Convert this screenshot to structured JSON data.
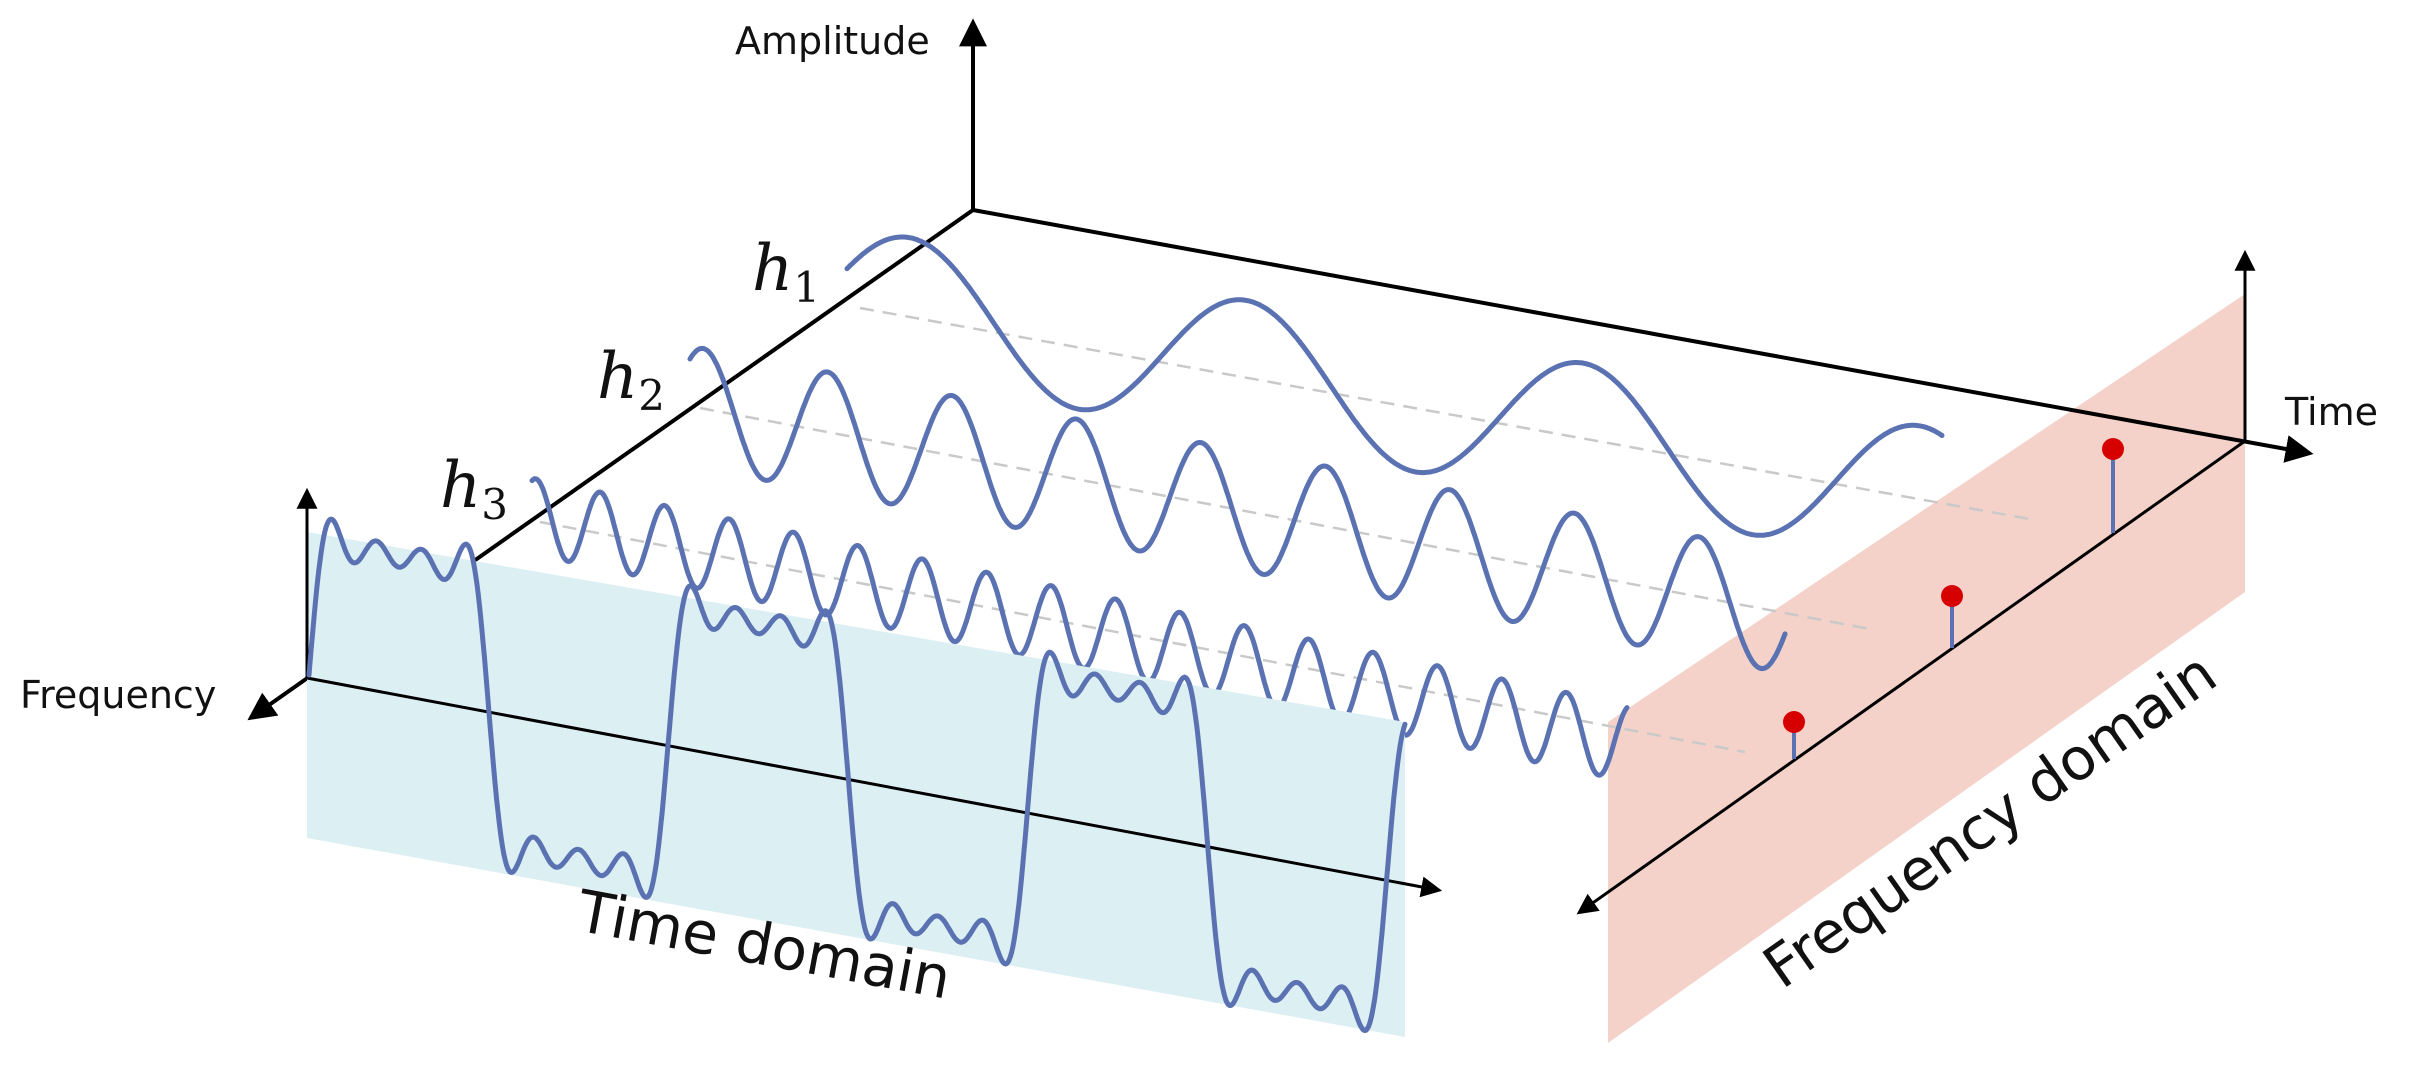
{
  "axes": {
    "amplitude": "Amplitude",
    "time": "Time",
    "frequency": "Frequency"
  },
  "harmonics": [
    {
      "base": "h",
      "index": "1"
    },
    {
      "base": "h",
      "index": "2"
    },
    {
      "base": "h",
      "index": "3"
    }
  ],
  "panels": {
    "time": "Time domain",
    "frequency": "Frequency domain"
  },
  "colors": {
    "wave": "#5b72b2",
    "time_panel": "#dceff3",
    "freq_panel": "#f4d2ca",
    "stem_dot": "#d60000",
    "axis": "#000000",
    "guide": "#c9c9c9"
  }
}
